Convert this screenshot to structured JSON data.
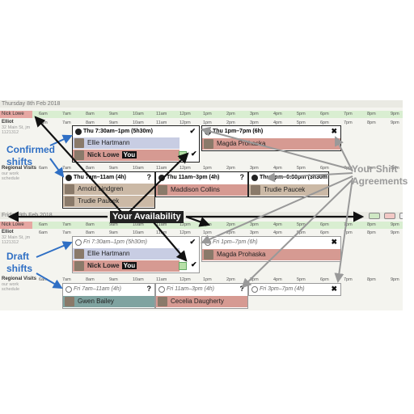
{
  "days": [
    {
      "header": "Thursday 8th Feb 2018",
      "user": "Nick Lowe",
      "location": {
        "title": "Elliot",
        "lines": [
          "32 Main St, jm",
          "1121312"
        ]
      },
      "location2": {
        "title": "Regional Visits",
        "lines": [
          "our work",
          "schedule"
        ]
      },
      "shifts": {
        "a": {
          "time": "Thu 7:30am–1pm (5h30m)",
          "mark": "✔",
          "p1": "Ellie Hartmann",
          "p2": "Nick Lowe",
          "you": "You"
        },
        "b": {
          "time": "Thu 1pm–7pm (6h)",
          "mark": "✖",
          "p1": "Magda Prohaska"
        },
        "c": {
          "time": "Thu 7am–11am (4h)",
          "mark": "?",
          "p1": "Arnold Lindgren",
          "p2": "Trudie Paucek"
        },
        "d": {
          "time": "Thu 11am–3pm (4h)",
          "mark": "?",
          "p1": "Maddison Collins"
        },
        "e": {
          "time": "Thu 3pm–6:30pm (3h30m",
          "p1": "Trudie Paucek"
        }
      }
    },
    {
      "header": "Friday 9th Feb 2018",
      "user": "Nick Lowe",
      "location": {
        "title": "Elliot",
        "lines": [
          "32 Main St, jm",
          "1121312"
        ]
      },
      "location2": {
        "title": "Regional Visits",
        "lines": [
          "our work",
          "schedule"
        ]
      },
      "shifts": {
        "a": {
          "time": "Fri 7:30am–1pm (5h30m)",
          "mark": "✔",
          "p1": "Ellie Hartmann",
          "p2": "Nick Lowe",
          "you": "You"
        },
        "b": {
          "time": "Fri 1pm–7pm (6h)",
          "mark": "✖",
          "p1": "Magda Prohaska"
        },
        "c": {
          "time": "Fri 7am–11am (4h)",
          "mark": "?",
          "p1": "Gwen Bailey"
        },
        "d": {
          "time": "Fri 11am–3pm (4h)",
          "mark": "?",
          "p1": "Cecelia Daugherty"
        },
        "e": {
          "time": "Fri 3pm–7pm (4h)",
          "mark": "✖"
        }
      }
    }
  ],
  "hours": [
    "6am",
    "7am",
    "8am",
    "9am",
    "10am",
    "11am",
    "12pm",
    "1pm",
    "2pm",
    "3pm",
    "4pm",
    "5pm",
    "6pm",
    "7pm",
    "8pm",
    "9pm"
  ],
  "callouts": {
    "confirmed": "Confirmed shifts",
    "draft": "Draft shifts",
    "availability": "Your Availability",
    "agreements": "Your Shift Agreements"
  },
  "colors": {
    "accent_blue": "#2f6fc4",
    "available_green": "#d9eed1",
    "unavailable_red": "#e6a7a2"
  }
}
